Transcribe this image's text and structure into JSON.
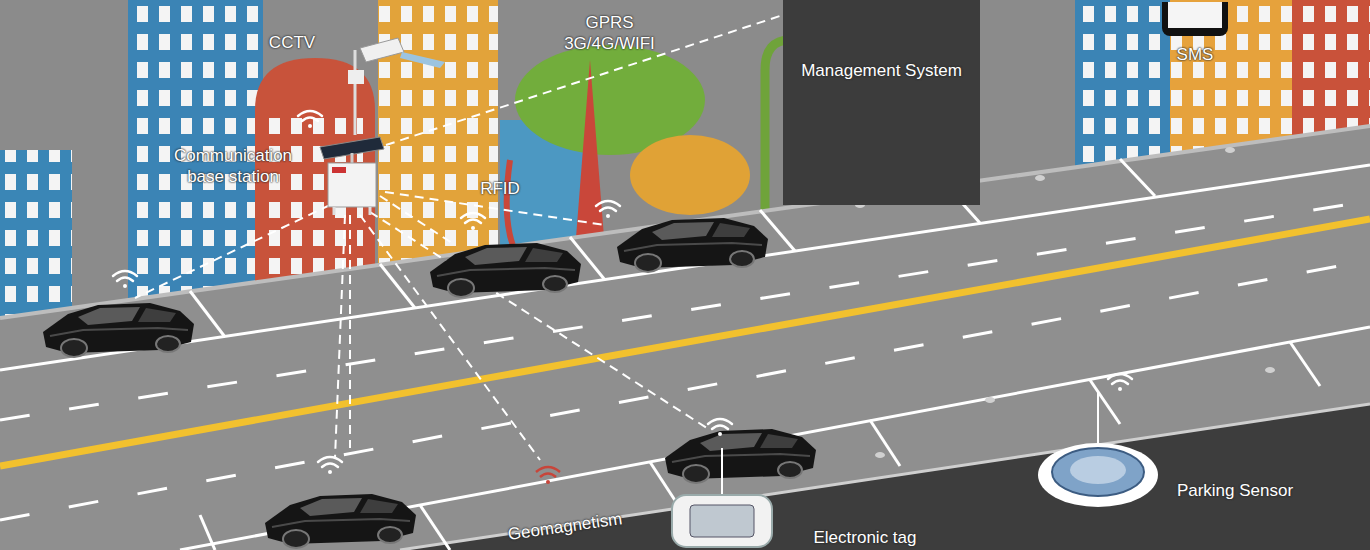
{
  "diagram": {
    "nodes": [
      {
        "text": [
          "Communication base station"
        ]
      },
      {
        "text": [
          "Management System"
        ]
      },
      {
        "text": [
          "SMS"
        ]
      }
    ],
    "edges": [
      {
        "from": 0,
        "to": 1,
        "arrow": "none",
        "label": "GPRS 3G/4G/WIFI"
      }
    ],
    "labels": [
      "CCTV",
      "RFID",
      "Geomagnetism",
      "Electronic tag",
      "Parking Sensor"
    ]
  }
}
